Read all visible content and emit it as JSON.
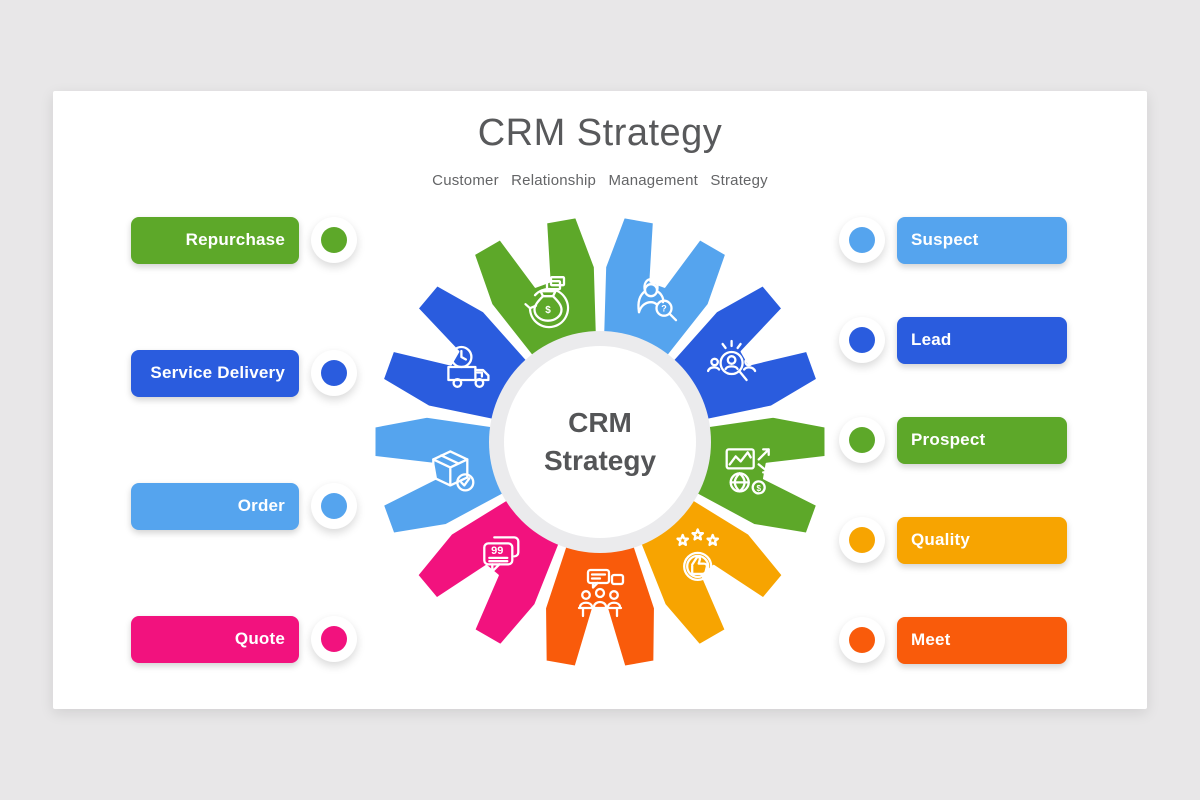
{
  "page": {
    "background": "#e8e7e8",
    "card_background": "#ffffff"
  },
  "header": {
    "title": "CRM Strategy",
    "subtitle": "Customer Relationship Management Strategy"
  },
  "center": {
    "lines": [
      "CRM",
      "Strategy"
    ]
  },
  "palette": {
    "green": "#5DA829",
    "royal_blue": "#2A5CDE",
    "light_blue": "#55A4EE",
    "pink": "#F2127E",
    "amber": "#F7A401",
    "orange": "#F95B0B",
    "title_gray": "#58595b",
    "center_text_gray": "#545557"
  },
  "left_labels": [
    {
      "label": "Repurchase",
      "color": "#5DA829",
      "icon": "repurchase-icon"
    },
    {
      "label": "Service Delivery",
      "color": "#2A5CDE",
      "icon": "service-delivery-icon"
    },
    {
      "label": "Order",
      "color": "#55A4EE",
      "icon": "order-icon"
    },
    {
      "label": "Quote",
      "color": "#F2127E",
      "icon": "quote-icon"
    }
  ],
  "right_labels": [
    {
      "label": "Suspect",
      "color": "#55A4EE",
      "icon": "suspect-icon"
    },
    {
      "label": "Lead",
      "color": "#2A5CDE",
      "icon": "lead-icon"
    },
    {
      "label": "Prospect",
      "color": "#5DA829",
      "icon": "prospect-icon"
    },
    {
      "label": "Quality",
      "color": "#F7A401",
      "icon": "quality-icon"
    },
    {
      "label": "Meet",
      "color": "#F95B0B",
      "icon": "meet-icon"
    }
  ],
  "gear_segments": [
    {
      "name": "suspect",
      "color": "#55A4EE",
      "icon": "suspect-icon"
    },
    {
      "name": "lead",
      "color": "#2A5CDE",
      "icon": "lead-icon"
    },
    {
      "name": "prospect",
      "color": "#5DA829",
      "icon": "prospect-icon"
    },
    {
      "name": "quality",
      "color": "#F7A401",
      "icon": "quality-icon"
    },
    {
      "name": "meet",
      "color": "#F95B0B",
      "icon": "meet-icon"
    },
    {
      "name": "quote",
      "color": "#F2127E",
      "icon": "quote-icon"
    },
    {
      "name": "order",
      "color": "#55A4EE",
      "icon": "order-icon"
    },
    {
      "name": "service-delivery",
      "color": "#2A5CDE",
      "icon": "service-delivery-icon"
    },
    {
      "name": "repurchase",
      "color": "#5DA829",
      "icon": "repurchase-icon"
    }
  ]
}
